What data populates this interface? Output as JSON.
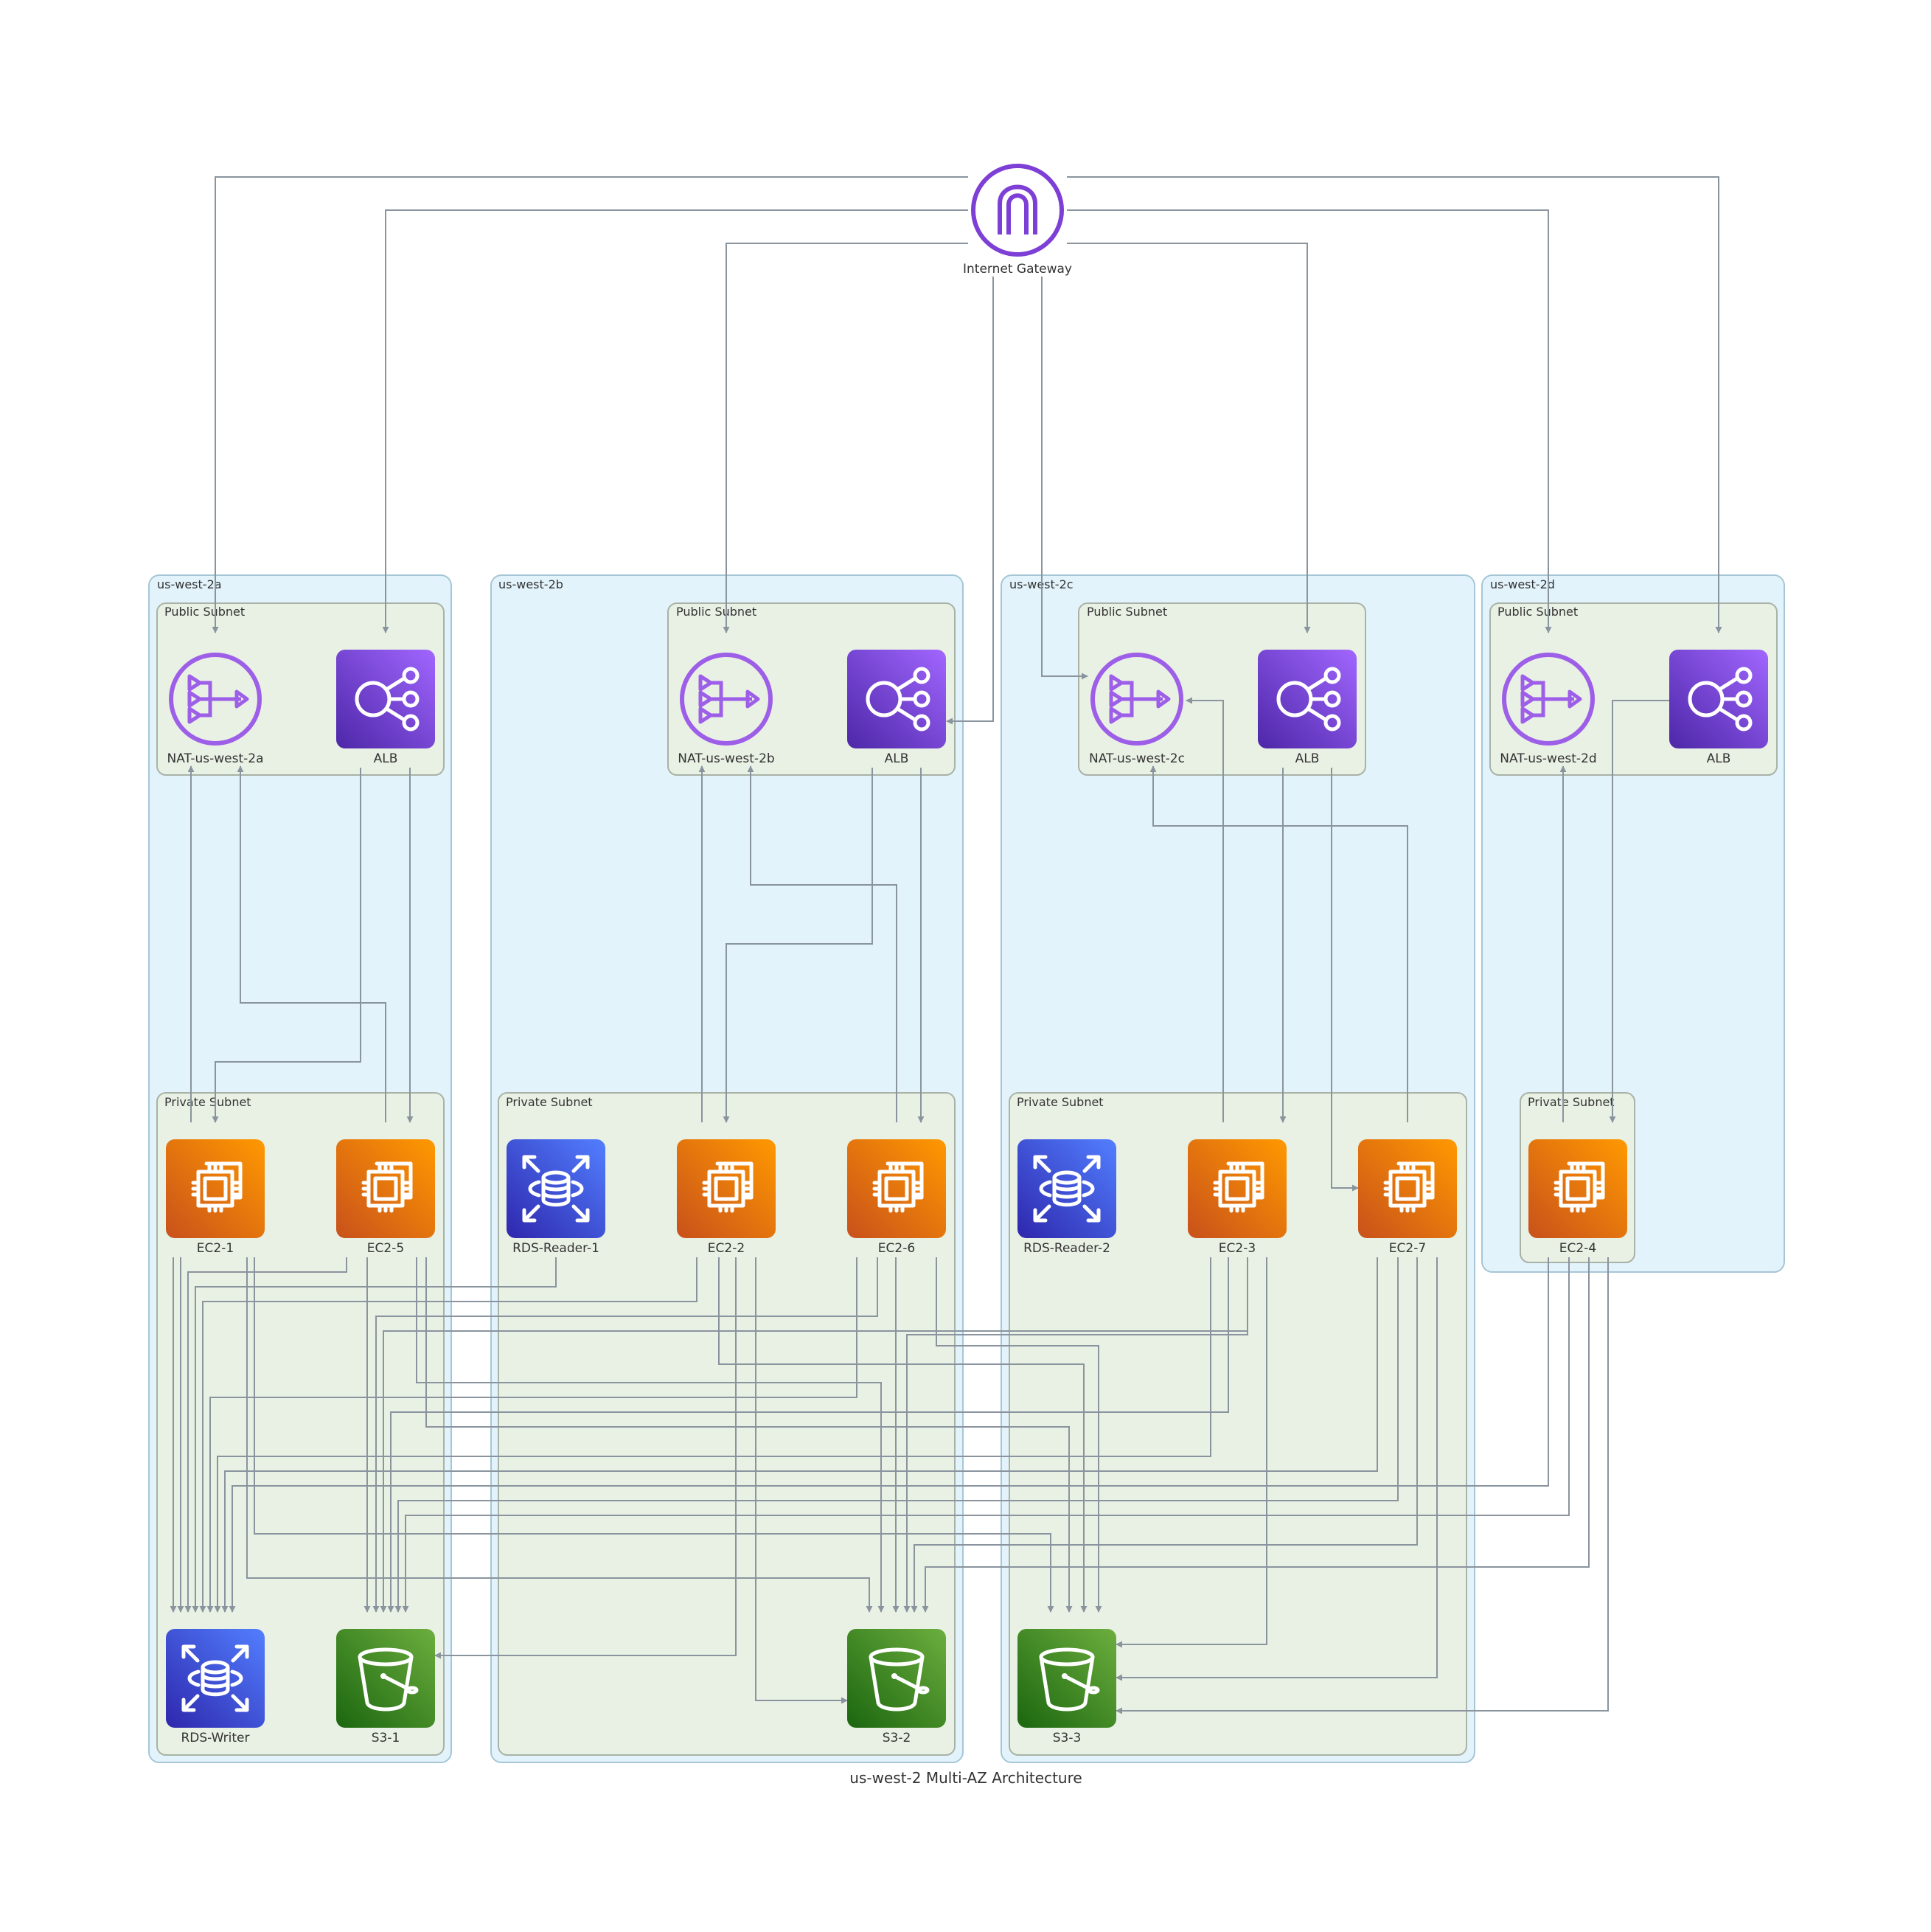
{
  "title": "us-west-2 Multi-AZ Architecture",
  "colors": {
    "compute": "#e8730f",
    "network": "#7d3fd6",
    "database": "#3f4dd0",
    "storage": "#3e8a22",
    "az_fill": "#e2f3fb",
    "subnet_fill": "#e9f1e4",
    "edge": "#8a949e"
  },
  "internet_gateway": {
    "label": "Internet Gateway",
    "icon": "internet-gateway-icon"
  },
  "zones": [
    {
      "name": "us-west-2a",
      "public_subnet": "Public Subnet",
      "private_subnet": "Private Subnet"
    },
    {
      "name": "us-west-2b",
      "public_subnet": "Public Subnet",
      "private_subnet": "Private Subnet"
    },
    {
      "name": "us-west-2c",
      "public_subnet": "Public Subnet",
      "private_subnet": "Private Subnet"
    },
    {
      "name": "us-west-2d",
      "public_subnet": "Public Subnet",
      "private_subnet": "Private Subnet"
    }
  ],
  "nodes": {
    "nat_a": {
      "label": "NAT-us-west-2a",
      "icon": "nat-gateway-icon"
    },
    "alb_a": {
      "label": "ALB",
      "icon": "load-balancer-icon"
    },
    "nat_b": {
      "label": "NAT-us-west-2b",
      "icon": "nat-gateway-icon"
    },
    "alb_b": {
      "label": "ALB",
      "icon": "load-balancer-icon"
    },
    "nat_c": {
      "label": "NAT-us-west-2c",
      "icon": "nat-gateway-icon"
    },
    "alb_c": {
      "label": "ALB",
      "icon": "load-balancer-icon"
    },
    "nat_d": {
      "label": "NAT-us-west-2d",
      "icon": "nat-gateway-icon"
    },
    "alb_d": {
      "label": "ALB",
      "icon": "load-balancer-icon"
    },
    "ec2_1": {
      "label": "EC2-1",
      "icon": "ec2-instance-icon"
    },
    "ec2_5": {
      "label": "EC2-5",
      "icon": "ec2-instance-icon"
    },
    "rds_reader_1": {
      "label": "RDS-Reader-1",
      "icon": "rds-icon"
    },
    "ec2_2": {
      "label": "EC2-2",
      "icon": "ec2-instance-icon"
    },
    "ec2_6": {
      "label": "EC2-6",
      "icon": "ec2-instance-icon"
    },
    "rds_reader_2": {
      "label": "RDS-Reader-2",
      "icon": "rds-icon"
    },
    "ec2_3": {
      "label": "EC2-3",
      "icon": "ec2-instance-icon"
    },
    "ec2_7": {
      "label": "EC2-7",
      "icon": "ec2-instance-icon"
    },
    "ec2_4": {
      "label": "EC2-4",
      "icon": "ec2-instance-icon"
    },
    "rds_writer": {
      "label": "RDS-Writer",
      "icon": "rds-icon"
    },
    "s3_1": {
      "label": "S3-1",
      "icon": "s3-bucket-icon"
    },
    "s3_2": {
      "label": "S3-2",
      "icon": "s3-bucket-icon"
    },
    "s3_3": {
      "label": "S3-3",
      "icon": "s3-bucket-icon"
    }
  }
}
